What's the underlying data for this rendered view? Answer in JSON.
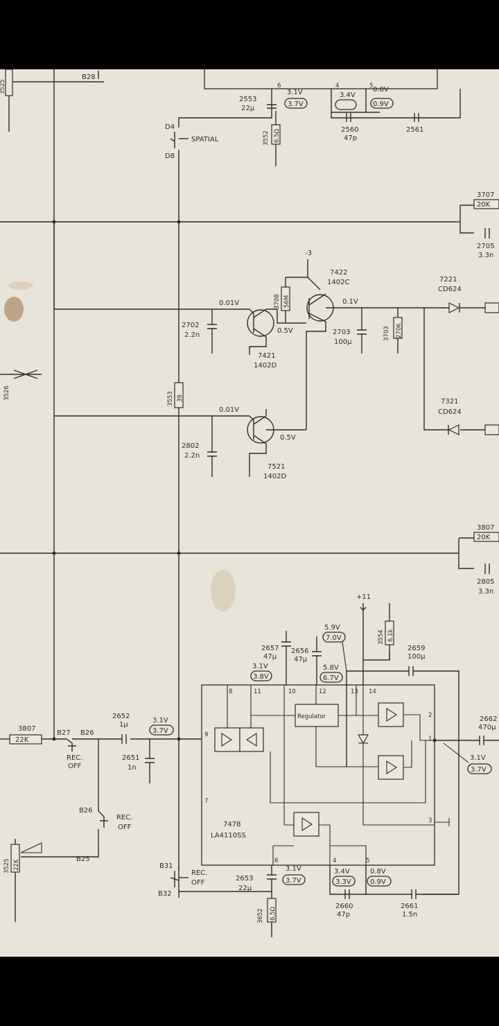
{
  "switches": {
    "spatial_label": "SPATIAL",
    "d4": "D4",
    "d8": "D8",
    "b27": "B27",
    "b26": "B26",
    "b26b": "B26",
    "b25": "B25",
    "b31": "B31",
    "b32": "B32",
    "rec_off_1": "REC.",
    "rec_off_1b": "OFF",
    "rec_off_2": "REC.",
    "rec_off_2b": "OFF",
    "rec_off_3": "REC.",
    "rec_off_3b": "OFF"
  },
  "components": {
    "c2553": "2553",
    "c2553_val": "22µ",
    "r3552": "3552",
    "r3552_val": "6.5Ω",
    "c2560": "2560",
    "c2560_val": "47p",
    "c2561": "2561",
    "r3707": "3707",
    "r3707_val": "20K",
    "c2705": "2705",
    "c2705_val": "3.3n",
    "q7422": "7422",
    "q7422_val": "1402C",
    "q7421": "7421",
    "q7421_val": "1402D",
    "q7521": "7521",
    "q7521_val": "1402D",
    "r3708": "3708",
    "r3708_val": "56M",
    "c2702": "2702",
    "c2702_val": "2.2n",
    "c2703": "2703",
    "c2703_val": "100µ",
    "r3703": "3703",
    "r3703_val": "270K",
    "d7221": "7221",
    "d7221_val": "CD624",
    "d7321": "7321",
    "d7321_val": "CD624",
    "r3526": "3526",
    "r3553": "3553",
    "r3553_val": "39",
    "c2802": "2802",
    "c2802_val": "2.2n",
    "r3807": "3807",
    "r3807_val": "20K",
    "c2805": "2805",
    "c2805_val": "3.3n",
    "r3554": "3554",
    "r3554_val": "6.1k",
    "c2657": "2657",
    "c2657_val": "47µ",
    "c2656": "2656",
    "c2656_val": "47µ",
    "c2659": "2659",
    "c2659_val": "100µ",
    "c2662": "2662",
    "c2662_val": "470µ",
    "c2652": "2652",
    "c2652_val": "1µ",
    "c2651": "2651",
    "c2651_val": "1n",
    "r3807b": "3807",
    "r3807b_val": "22K",
    "r3525": "3525",
    "r3525_val": "22K",
    "ic7478": "7478",
    "ic7478_val": "LA4110SS",
    "c2653": "2653",
    "c2653_val": "22µ",
    "r3652": "3652",
    "r3652_val": "6.5Ω",
    "c2660": "2660",
    "c2660_val": "47p",
    "c2661": "2661",
    "c2661_val": "1.5n",
    "regulator_label": "Regulator"
  },
  "voltages": {
    "v_top_6": "3.1V",
    "v_top_6o": "3.7V",
    "v_top_4": "3.4V",
    "v_top_5": "0.8V",
    "v_top_5o": "0.9V",
    "v_minus3": "-3",
    "v_plus11": "+11",
    "v_q1b": "0.01V",
    "v_q1e": "0.5V",
    "v_q2b": "0.01V",
    "v_q2e": "0.5V",
    "v_q3": "0.1V",
    "v_pin11": "3.1V",
    "v_pin11o": "3.8V",
    "v_pin12": "5.9V",
    "v_pin12o": "7.0V",
    "v_pin12b": "5.8V",
    "v_pin12bo": "6.7V",
    "v_pin9": "3.1V",
    "v_pin9o": "3.7V",
    "v_pin1": "3.1V",
    "v_pin1o": "3.7V",
    "v_pin6": "3.1V",
    "v_pin6o": "3.7V",
    "v_pin4": "3.4V",
    "v_pin4o": "3.3V",
    "v_pin5": "0.8V",
    "v_pin5o": "0.9V"
  },
  "pins": {
    "p8": "8",
    "p11": "11",
    "p10": "10",
    "p12": "12",
    "p13": "13",
    "p14": "14",
    "p2": "2",
    "p1": "1",
    "p9": "9",
    "p7": "7",
    "p3": "3",
    "p6": "6",
    "p4": "4",
    "p5": "5",
    "top6": "6",
    "top4": "4",
    "top5": "5"
  }
}
